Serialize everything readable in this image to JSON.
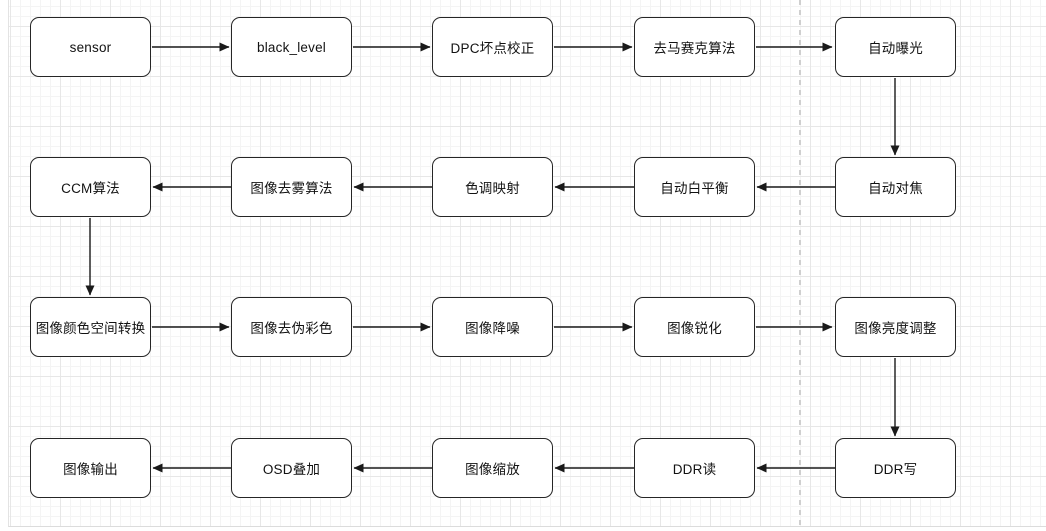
{
  "canvas": {
    "background": "#ffffff",
    "grid_minor_color": "#f4f4f4",
    "grid_major_color": "#e7e7e7",
    "page_break_color": "#cfcfcf",
    "node_fill": "#ffffff",
    "node_border_color": "#262626",
    "connector_color": "#1a1a1a"
  },
  "diagram": {
    "rows": [
      {
        "direction": "right",
        "labels": [
          "sensor",
          "black_level",
          "DPC坏点校正",
          "去马赛克算法",
          "自动曝光"
        ]
      },
      {
        "direction": "left",
        "labels": [
          "CCM算法",
          "图像去雾算法",
          "色调映射",
          "自动白平衡",
          "自动对焦"
        ]
      },
      {
        "direction": "right",
        "labels": [
          "图像颜色空间转换",
          "图像去伪彩色",
          "图像降噪",
          "图像锐化",
          "图像亮度调整"
        ]
      },
      {
        "direction": "left",
        "labels": [
          "图像输出",
          "OSD叠加",
          "图像缩放",
          "DDR读",
          "DDR写"
        ]
      }
    ],
    "connections": [
      {
        "from": "sensor",
        "to": "black_level"
      },
      {
        "from": "black_level",
        "to": "DPC坏点校正"
      },
      {
        "from": "DPC坏点校正",
        "to": "去马赛克算法"
      },
      {
        "from": "去马赛克算法",
        "to": "自动曝光"
      },
      {
        "from": "自动曝光",
        "to": "自动对焦"
      },
      {
        "from": "自动对焦",
        "to": "自动白平衡"
      },
      {
        "from": "自动白平衡",
        "to": "色调映射"
      },
      {
        "from": "色调映射",
        "to": "图像去雾算法"
      },
      {
        "from": "图像去雾算法",
        "to": "CCM算法"
      },
      {
        "from": "CCM算法",
        "to": "图像颜色空间转换"
      },
      {
        "from": "图像颜色空间转换",
        "to": "图像去伪彩色"
      },
      {
        "from": "图像去伪彩色",
        "to": "图像降噪"
      },
      {
        "from": "图像降噪",
        "to": "图像锐化"
      },
      {
        "from": "图像锐化",
        "to": "图像亮度调整"
      },
      {
        "from": "图像亮度调整",
        "to": "DDR写"
      },
      {
        "from": "DDR写",
        "to": "DDR读"
      },
      {
        "from": "DDR读",
        "to": "图像缩放"
      },
      {
        "from": "图像缩放",
        "to": "OSD叠加"
      },
      {
        "from": "OSD叠加",
        "to": "图像输出"
      }
    ]
  }
}
